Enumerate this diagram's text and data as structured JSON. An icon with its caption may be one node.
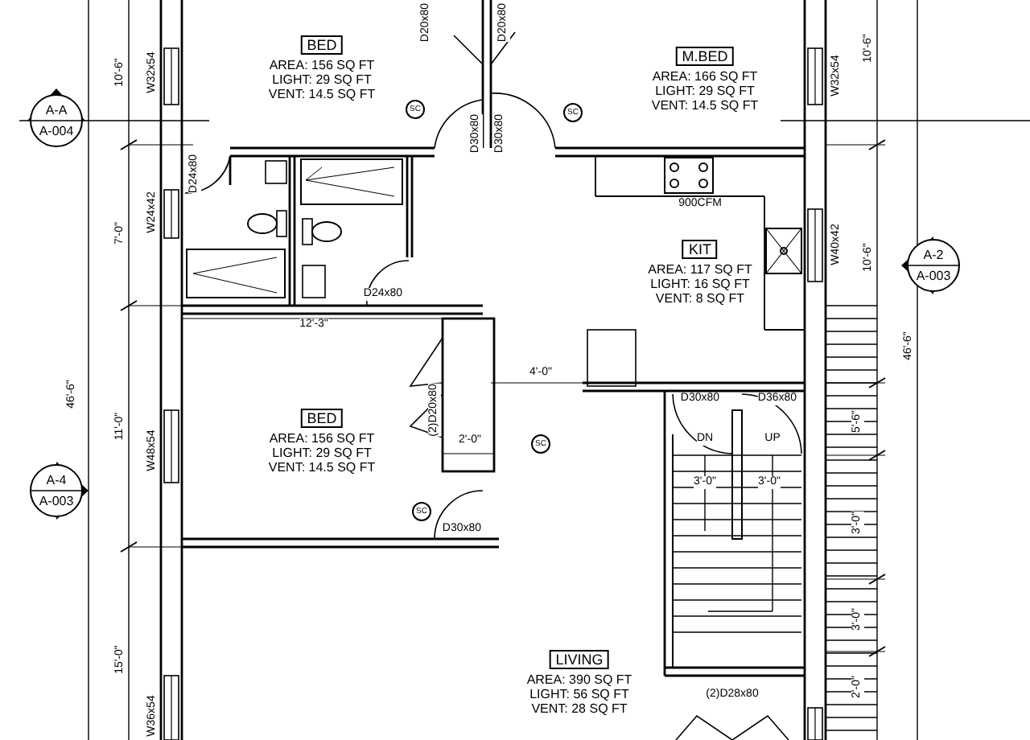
{
  "diagram": {
    "nodes": [
      {
        "text": [
          "BED"
        ],
        "beside": [
          "AREA: 156 SQ FT",
          "LIGHT: 29 SQ FT",
          "VENT: 14.5 SQ FT"
        ]
      },
      {
        "text": [
          "M.BED"
        ],
        "beside": [
          "AREA: 166 SQ FT",
          "LIGHT: 29 SQ FT",
          "VENT: 14.5 SQ FT"
        ]
      },
      {
        "text": [
          "A-A",
          "A-004"
        ]
      },
      {
        "text": [
          "KIT"
        ],
        "beside": [
          "AREA: 117 SQ FT",
          "LIGHT: 16 SQ FT",
          "VENT: 8 SQ FT"
        ]
      },
      {
        "text": [
          "A-2",
          "A-003"
        ]
      },
      {
        "text": [
          "BED"
        ],
        "beside": [
          "AREA: 156 SQ FT",
          "LIGHT: 29 SQ FT",
          "VENT: 14.5 SQ FT"
        ]
      },
      {
        "text": [
          "A-4",
          "A-003"
        ]
      },
      {
        "text": [
          "LIVING"
        ],
        "beside": [
          "AREA: 390 SQ FT",
          "LIGHT: 56 SQ FT",
          "VENT: 28 SQ FT"
        ]
      }
    ],
    "labels": [
      "D20x80",
      "D20x80",
      "10'-6\"",
      "W32x54",
      "10'-6\"",
      "W32x54",
      "SC",
      "SC",
      "D30x80",
      "D30x80",
      "D24x80",
      "900CFM",
      "7'-0\"",
      "W24x42",
      "W40x42",
      "10'-6\"",
      "D24x80",
      "12'-3\"",
      "4'-0\"",
      "D30x80",
      "D36x80",
      "46'-6\"",
      "46'-6\"",
      "(2)D20x80",
      "11'-0\"",
      "5'-6\"",
      "2'-0\"",
      "DN",
      "SC",
      "UP",
      "W48x54",
      "3'-0\"",
      "3'-0\"",
      "3'-0\"",
      "D30x80",
      "SC",
      "3'-0\"",
      "15'-0\"",
      "2'-0\"",
      "(2)D28x80",
      "W36x54"
    ]
  }
}
